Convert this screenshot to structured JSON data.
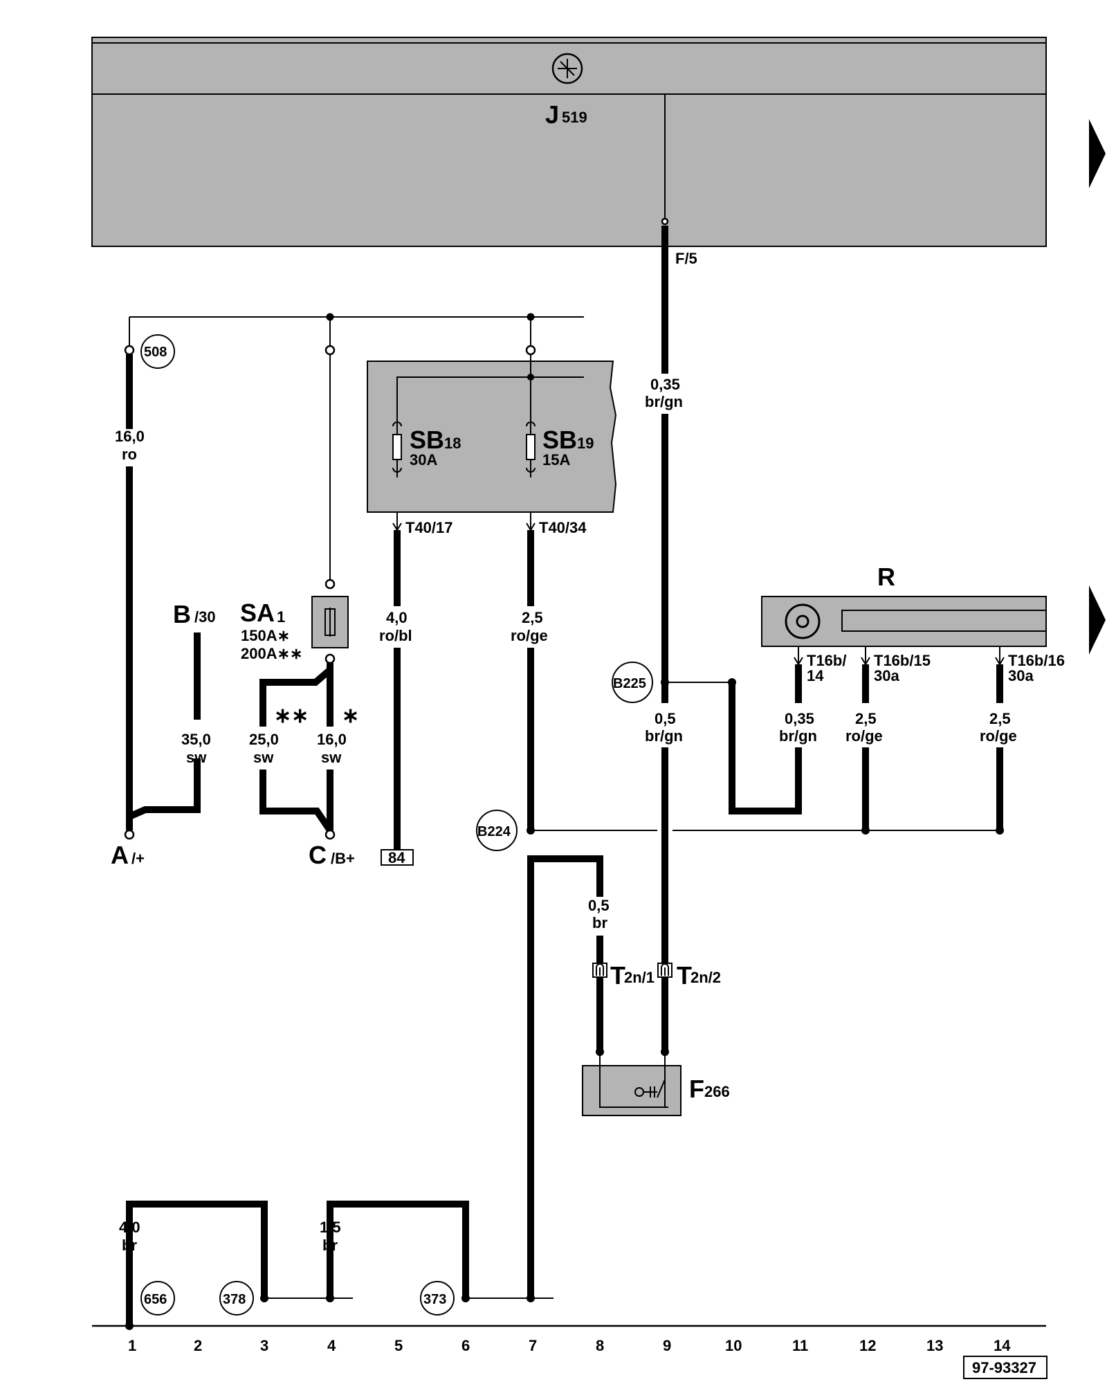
{
  "components": {
    "j519": {
      "name": "J",
      "sub": "519"
    },
    "sb18": {
      "name": "SB",
      "sub": "18",
      "rating": "30A"
    },
    "sb19": {
      "name": "SB",
      "sub": "19",
      "rating": "15A"
    },
    "sa1": {
      "name": "SA",
      "sub": "1",
      "rating1": "150A∗",
      "rating2": "200A∗∗"
    },
    "r": {
      "name": "R"
    },
    "f266": {
      "name": "F",
      "sub": "266"
    },
    "a": {
      "name": "A",
      "sub": "/+"
    },
    "b": {
      "name": "B",
      "sub": "/30"
    },
    "c": {
      "name": "C",
      "sub": "/B+"
    }
  },
  "pins": {
    "f5": "F/5",
    "t40_17": "T40/17",
    "t40_34": "T40/34",
    "t16b_14a": "T16b/",
    "t16b_14b": "14",
    "t16b_15a": "T16b/15",
    "t16b_15b": "30a",
    "t16b_16a": "T16b/16",
    "t16b_16b": "30a",
    "t2n1_main": "T",
    "t2n1_sub": "2n/1",
    "t2n2_main": "T",
    "t2n2_sub": "2n/2"
  },
  "wires": {
    "w_ro16": {
      "size": "16,0",
      "color": "ro"
    },
    "w_sw35": {
      "size": "35,0",
      "color": "sw"
    },
    "w_sw25": {
      "size": "25,0",
      "color": "sw"
    },
    "w_sw16": {
      "size": "16,0",
      "color": "sw"
    },
    "w_robl": {
      "size": "4,0",
      "color": "ro/bl"
    },
    "w_roge": {
      "size": "2,5",
      "color": "ro/ge"
    },
    "w_brgn035": {
      "size": "0,35",
      "color": "br/gn"
    },
    "w_brgn05": {
      "size": "0,5",
      "color": "br/gn"
    },
    "w_brgn035b": {
      "size": "0,35",
      "color": "br/gn"
    },
    "w_roge2": {
      "size": "2,5",
      "color": "ro/ge"
    },
    "w_roge3": {
      "size": "2,5",
      "color": "ro/ge"
    },
    "w_br05": {
      "size": "0,5",
      "color": "br"
    },
    "w_br40": {
      "size": "4,0",
      "color": "br"
    },
    "w_br15": {
      "size": "1,5",
      "color": "br"
    }
  },
  "markers": {
    "star2": "∗∗",
    "star1": "∗"
  },
  "connections": {
    "c508": "508",
    "b225": "B225",
    "b224": "B224",
    "c656": "656",
    "c378": "378",
    "c373": "373"
  },
  "ref_84": "84",
  "columns": [
    "1",
    "2",
    "3",
    "4",
    "5",
    "6",
    "7",
    "8",
    "9",
    "10",
    "11",
    "12",
    "13",
    "14"
  ],
  "diagram_id": "97-93327"
}
